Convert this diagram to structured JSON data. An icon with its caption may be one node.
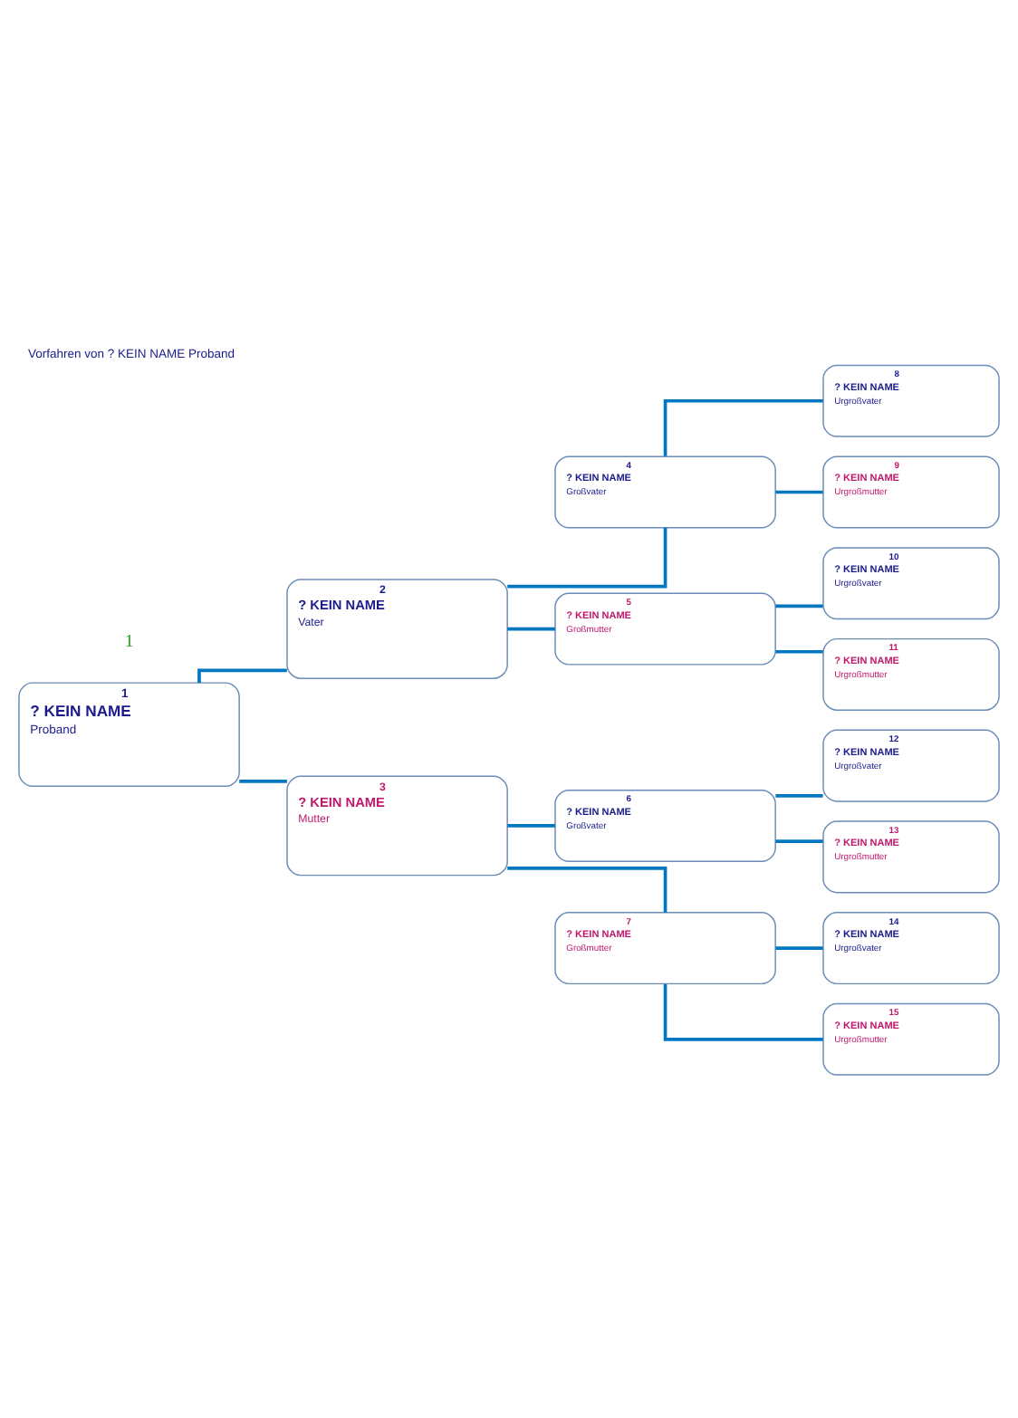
{
  "diagram": {
    "title": "Vorfahren von ? KEIN NAME Proband",
    "nodes": [
      {
        "text": [
          "? KEIN NAME",
          "Proband",
          "1"
        ]
      },
      {
        "text": [
          "? KEIN NAME",
          "Vater",
          "2"
        ]
      },
      {
        "text": [
          "? KEIN NAME",
          "Mutter",
          "3"
        ]
      },
      {
        "text": [
          "? KEIN NAME",
          "Großvater",
          "4"
        ]
      },
      {
        "text": [
          "? KEIN NAME",
          "Großmutter",
          "5"
        ]
      },
      {
        "text": [
          "? KEIN NAME",
          "Großvater",
          "6"
        ]
      },
      {
        "text": [
          "? KEIN NAME",
          "Großmutter",
          "7"
        ]
      },
      {
        "text": [
          "? KEIN NAME",
          "Urgroßvater",
          "8"
        ]
      },
      {
        "text": [
          "? KEIN NAME",
          "Urgroßmutter",
          "9"
        ]
      },
      {
        "text": [
          "? KEIN NAME",
          "Urgroßvater",
          "10"
        ]
      },
      {
        "text": [
          "? KEIN NAME",
          "Urgroßmutter",
          "11"
        ]
      },
      {
        "text": [
          "? KEIN NAME",
          "Urgroßvater",
          "12"
        ]
      },
      {
        "text": [
          "? KEIN NAME",
          "Urgroßmutter",
          "13"
        ]
      },
      {
        "text": [
          "? KEIN NAME",
          "Urgroßvater",
          "14"
        ]
      },
      {
        "text": [
          "? KEIN NAME",
          "Urgroßmutter",
          "15"
        ]
      }
    ],
    "edges": [
      {
        "from": 0,
        "to": 1,
        "arrow": "none"
      },
      {
        "from": 0,
        "to": 2,
        "arrow": "none"
      },
      {
        "from": 1,
        "to": 3,
        "arrow": "none"
      },
      {
        "from": 1,
        "to": 4,
        "arrow": "none"
      },
      {
        "from": 2,
        "to": 5,
        "arrow": "none"
      },
      {
        "from": 2,
        "to": 6,
        "arrow": "none"
      },
      {
        "from": 3,
        "to": 7,
        "arrow": "none"
      },
      {
        "from": 3,
        "to": 8,
        "arrow": "none"
      },
      {
        "from": 4,
        "to": 9,
        "arrow": "none"
      },
      {
        "from": 4,
        "to": 10,
        "arrow": "none"
      },
      {
        "from": 5,
        "to": 11,
        "arrow": "none"
      },
      {
        "from": 5,
        "to": 12,
        "arrow": "none"
      },
      {
        "from": 6,
        "to": 13,
        "arrow": "none"
      },
      {
        "from": 6,
        "to": 14,
        "arrow": "none"
      }
    ],
    "labels": [
      "1"
    ]
  }
}
